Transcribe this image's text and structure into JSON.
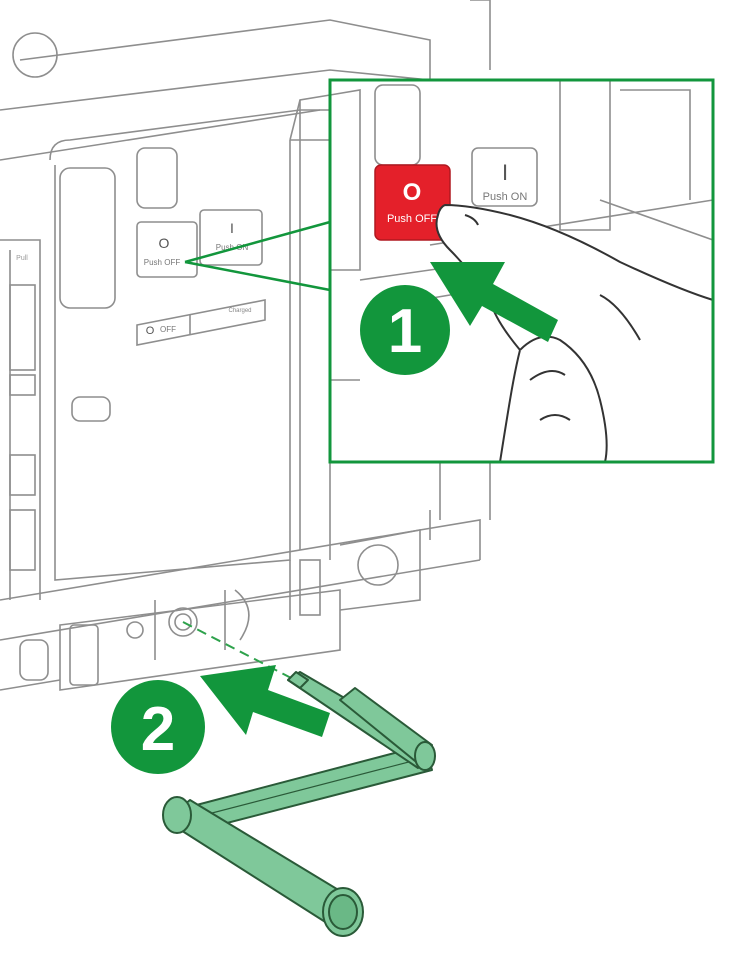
{
  "breaker": {
    "off_button": {
      "symbol": "O",
      "label": "Push OFF"
    },
    "on_button": {
      "symbol": "I",
      "label": "Push ON"
    },
    "indicator": {
      "symbol": "O",
      "label": "OFF"
    },
    "charged_tag": "Charged",
    "pull_tag": "Pull"
  },
  "steps": [
    {
      "number": "1"
    },
    {
      "number": "2"
    }
  ],
  "colors": {
    "step_badge": "#12963c",
    "arrow": "#12963c",
    "callout_border": "#12963c",
    "off_button": "#e4202a",
    "handle_fill": "#7fc89a",
    "line_art": "#8a8a8a"
  }
}
